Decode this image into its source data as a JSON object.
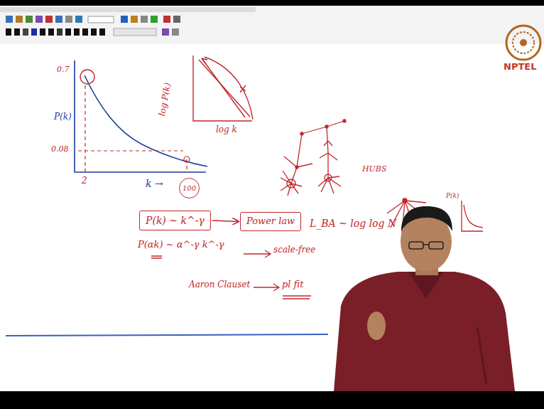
{
  "diagram": {
    "nodes": [
      {
        "text": [
          "P(k) ~ k^-γ"
        ]
      },
      {
        "text": [
          "Power law"
        ]
      },
      {
        "text": [
          "100"
        ]
      }
    ],
    "edges": [
      {
        "from": 0,
        "to": 1,
        "arrow": "to"
      }
    ],
    "labels": [
      "0.7",
      "P(k)",
      "0.08",
      "2",
      "k →",
      "log P(k)",
      "log k",
      "HUBS",
      "P(αk) ~ α^-γ k^-γ",
      "scale-free",
      "Aaron Clauset",
      "pl fit",
      "L_BA ~ log log N",
      "P(k)",
      "NPTEL"
    ]
  }
}
